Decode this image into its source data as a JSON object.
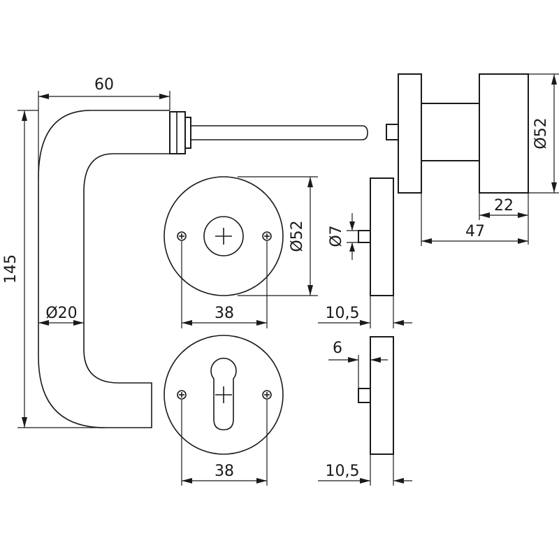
{
  "drawing": {
    "colors": {
      "line": "#1a1a1a",
      "background": "#ffffff"
    },
    "dimensions": {
      "lever_length": "60",
      "lever_height": "145",
      "lever_diameter": "Ø20",
      "rose_diameter": "Ø52",
      "rose_hole_spacing": "38",
      "rose_thickness": "10,5",
      "spindle_diameter": "Ø7",
      "escutcheon_hole_spacing": "38",
      "escutcheon_thickness": "10,5",
      "escutcheon_pin": "6",
      "knob_diameter": "Ø52",
      "knob_width": "22",
      "knob_projection": "47"
    }
  }
}
